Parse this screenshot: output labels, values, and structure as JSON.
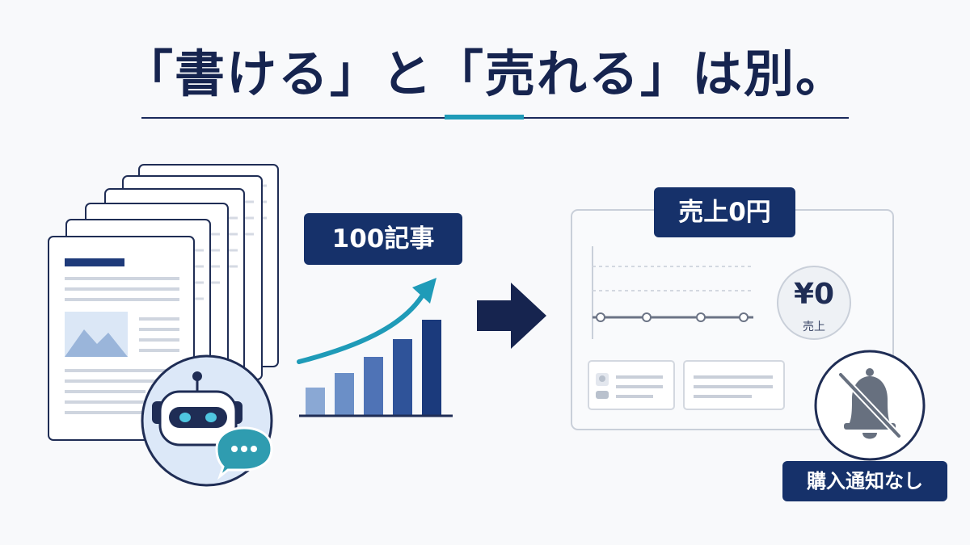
{
  "headline": "「書ける」と「売れる」は別。",
  "articles_badge": "100記事",
  "sales_badge": "売上0円",
  "yen_value": "¥0",
  "yen_label": "売上",
  "notification_badge": "購入通知なし",
  "colors": {
    "navy": "#16316a",
    "title": "#16244f",
    "teal": "#1f9bb8",
    "light_blue": "#dbe7f6",
    "gray_line": "#c9cfd9"
  }
}
